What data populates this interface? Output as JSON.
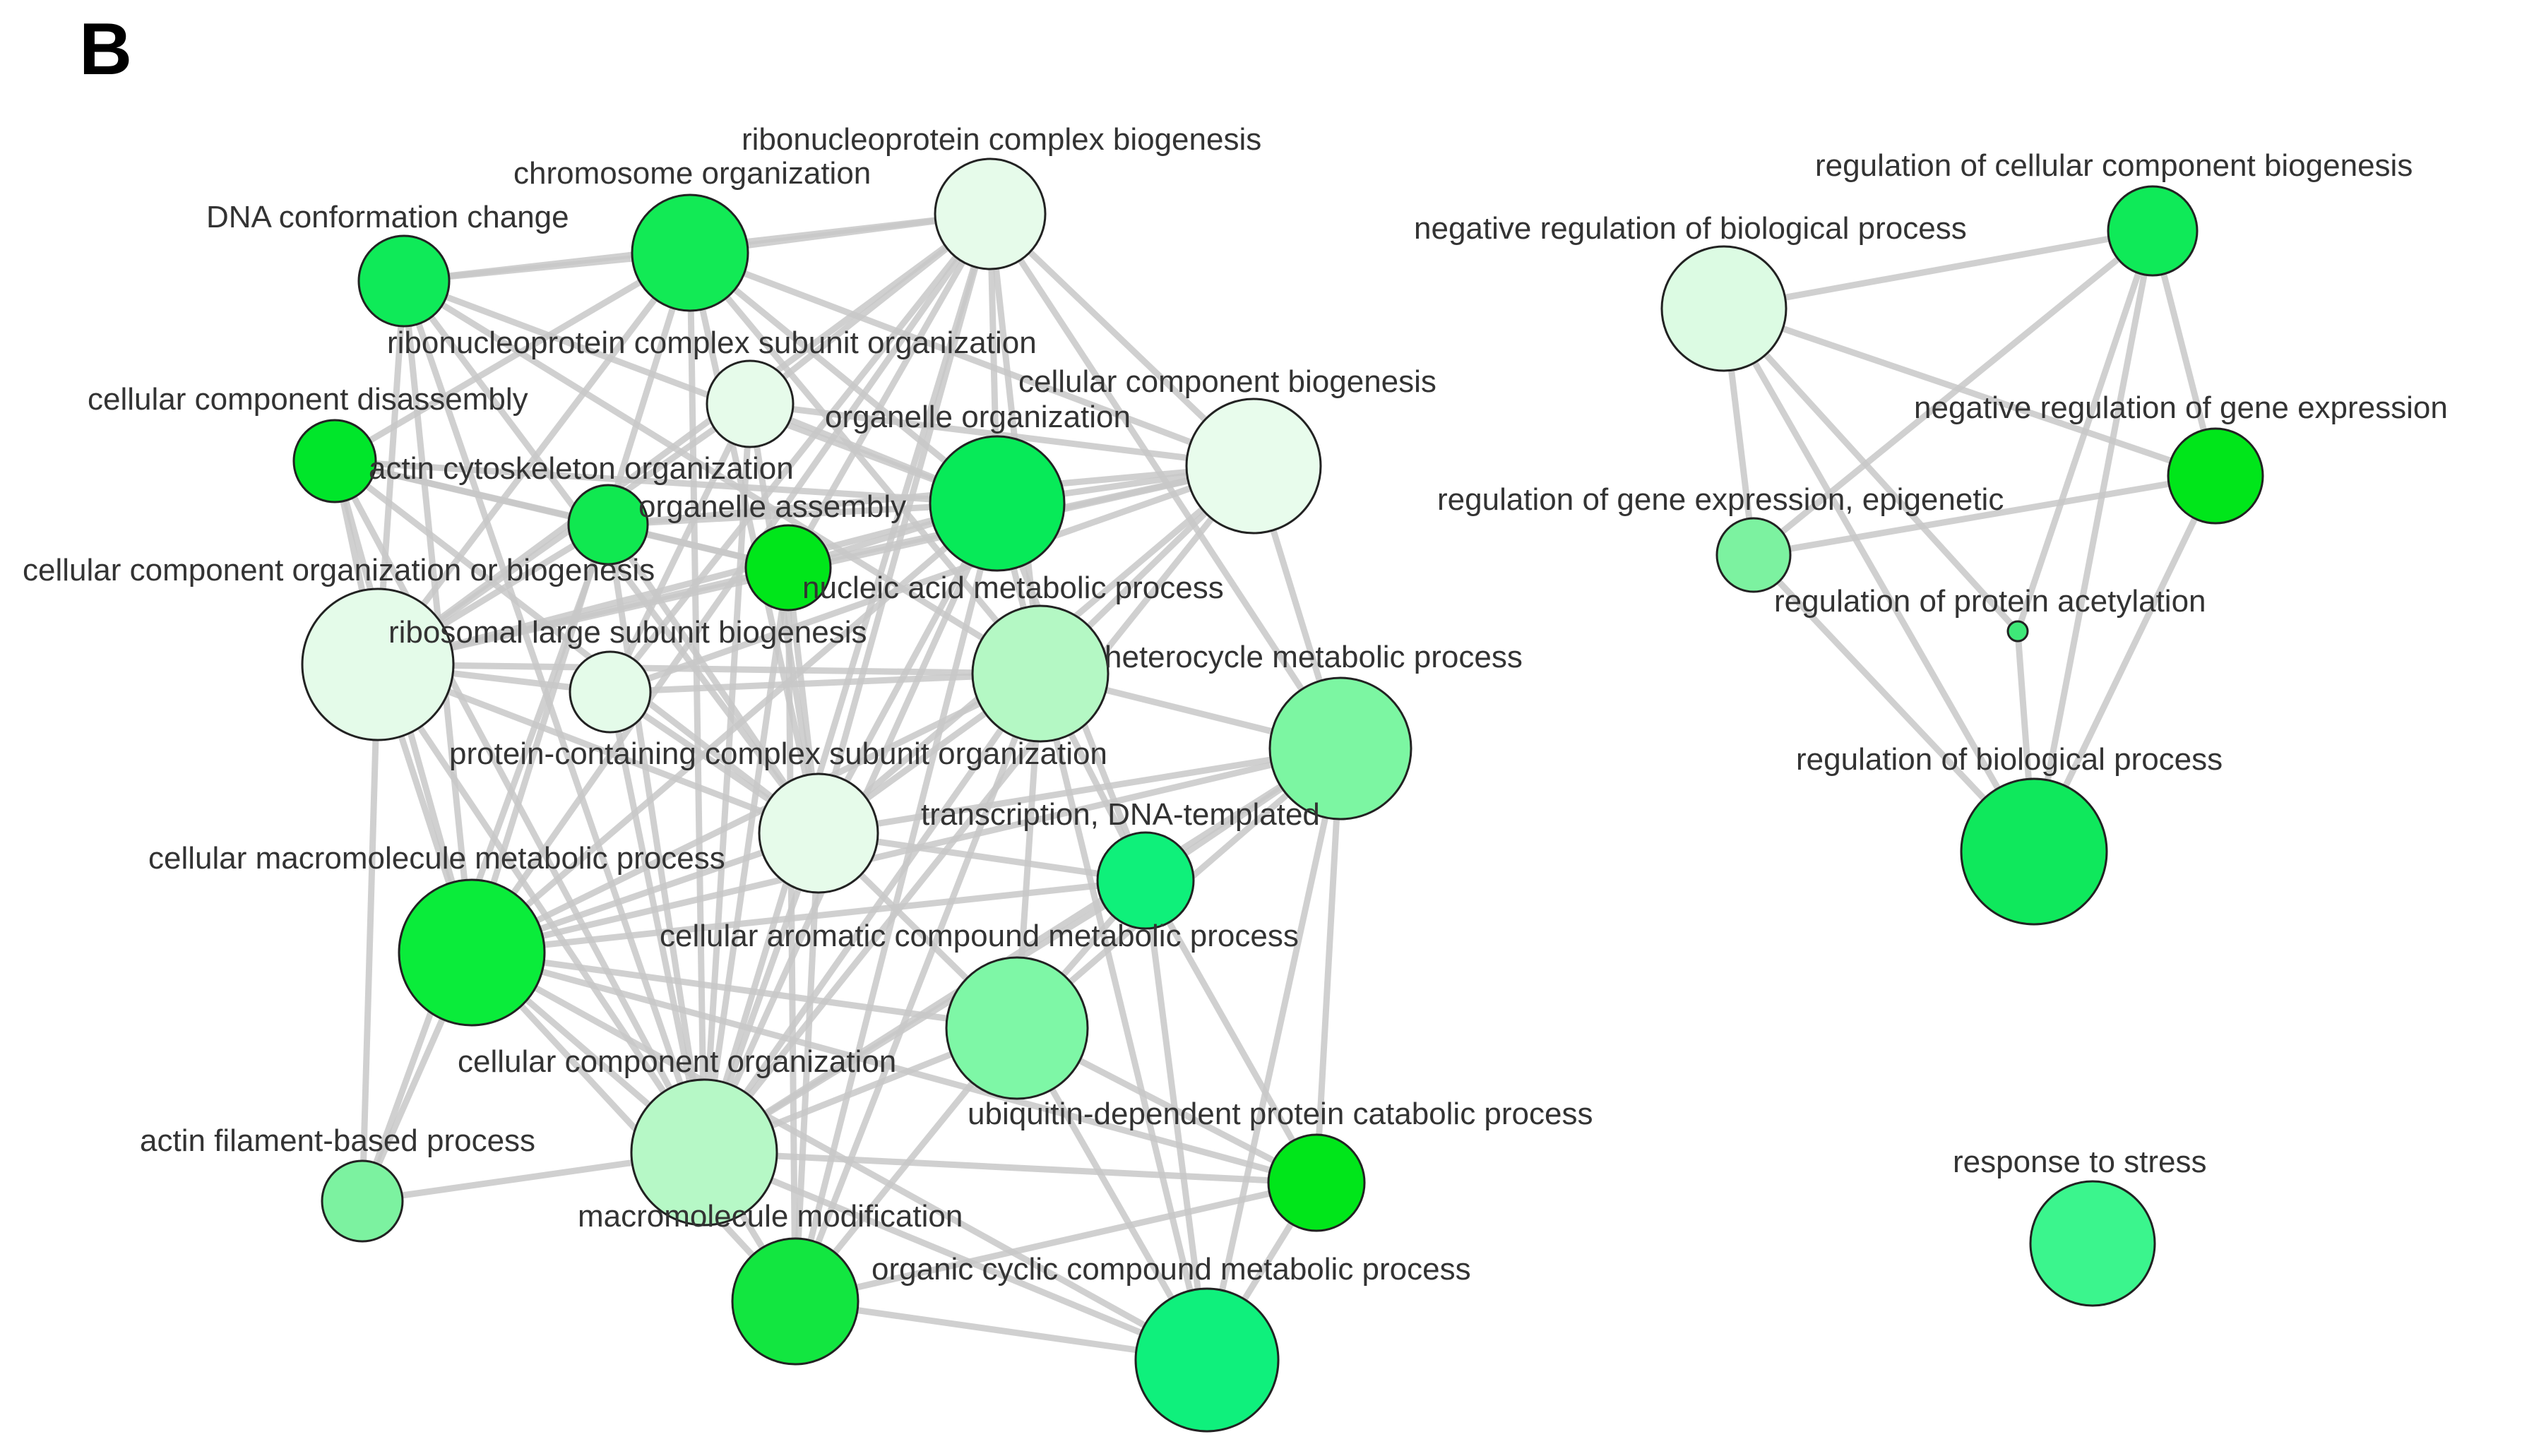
{
  "panel_label": "B",
  "colors": {
    "edge": "#c8c8c8",
    "node_stroke": "#222222",
    "label": "#333333"
  },
  "nodes": [
    {
      "id": "ribonucleoprotein-complex-biogenesis",
      "label": "ribonucleoprotein complex biogenesis",
      "color": "#e6fbea"
    },
    {
      "id": "chromosome-organization",
      "label": "chromosome organization",
      "color": "#12ea55"
    },
    {
      "id": "dna-conformation-change",
      "label": "DNA conformation change",
      "color": "#0fea58"
    },
    {
      "id": "ribonucleoprotein-complex-subunit-organization",
      "label": "ribonucleoprotein complex subunit organization",
      "color": "#e6fbea"
    },
    {
      "id": "cellular-component-disassembly",
      "label": "cellular component disassembly",
      "color": "#00e62a"
    },
    {
      "id": "cellular-component-biogenesis",
      "label": "cellular component biogenesis",
      "color": "#e8fcec"
    },
    {
      "id": "organelle-organization",
      "label": "organelle organization",
      "color": "#07ea58"
    },
    {
      "id": "actin-cytoskeleton-organization",
      "label": "actin cytoskeleton organization",
      "color": "#10e850"
    },
    {
      "id": "organelle-assembly",
      "label": "organelle assembly",
      "color": "#00e61a"
    },
    {
      "id": "cellular-component-organization-or-biogenesis",
      "label": "cellular component organization or biogenesis",
      "color": "#e4fbe9"
    },
    {
      "id": "nucleic-acid-metabolic-process",
      "label": "nucleic acid metabolic process",
      "color": "#b4f8c4"
    },
    {
      "id": "ribosomal-large-subunit-biogenesis",
      "label": "ribosomal large subunit biogenesis",
      "color": "#e4fbe9"
    },
    {
      "id": "heterocycle-metabolic-process",
      "label": "heterocycle metabolic process",
      "color": "#7cf6a2"
    },
    {
      "id": "protein-containing-complex-subunit-organization",
      "label": "protein-containing complex subunit organization",
      "color": "#e6fbea"
    },
    {
      "id": "transcription-dna-templated",
      "label": "transcription, DNA-templated",
      "color": "#0ff07a"
    },
    {
      "id": "cellular-macromolecule-metabolic-process",
      "label": "cellular macromolecule metabolic process",
      "color": "#0aec3a"
    },
    {
      "id": "cellular-aromatic-compound-metabolic-process",
      "label": "cellular aromatic compound metabolic process",
      "color": "#7ef7a6"
    },
    {
      "id": "cellular-component-organization",
      "label": "cellular component organization",
      "color": "#b6f8c6"
    },
    {
      "id": "ubiquitin-dependent-protein-catabolic-process",
      "label": "ubiquitin-dependent protein catabolic process",
      "color": "#00e61a"
    },
    {
      "id": "actin-filament-based-process",
      "label": "actin filament-based process",
      "color": "#7cf2a0"
    },
    {
      "id": "macromolecule-modification",
      "label": "macromolecule modification",
      "color": "#12e640"
    },
    {
      "id": "organic-cyclic-compound-metabolic-process",
      "label": "organic cyclic compound metabolic process",
      "color": "#0ff07c"
    },
    {
      "id": "regulation-of-cellular-component-biogenesis",
      "label": "regulation of cellular component biogenesis",
      "color": "#0fea58"
    },
    {
      "id": "negative-regulation-of-biological-process",
      "label": "negative regulation of biological process",
      "color": "#dcfbe3"
    },
    {
      "id": "negative-regulation-of-gene-expression",
      "label": "negative regulation of gene expression",
      "color": "#00e61a"
    },
    {
      "id": "regulation-of-gene-expression-epigenetic",
      "label": "regulation of gene expression, epigenetic",
      "color": "#7cf2a0"
    },
    {
      "id": "regulation-of-protein-acetylation",
      "label": "regulation of protein acetylation",
      "color": "#3ee878"
    },
    {
      "id": "regulation-of-biological-process",
      "label": "regulation of biological process",
      "color": "#0fe85c"
    },
    {
      "id": "response-to-stress",
      "label": "response to stress",
      "color": "#3bf58d"
    }
  ],
  "edges": [
    [
      "dna-conformation-change",
      "chromosome-organization"
    ],
    [
      "dna-conformation-change",
      "organelle-organization"
    ],
    [
      "dna-conformation-change",
      "cellular-component-organization-or-biogenesis"
    ],
    [
      "dna-conformation-change",
      "cellular-component-organization"
    ],
    [
      "dna-conformation-change",
      "nucleic-acid-metabolic-process"
    ],
    [
      "dna-conformation-change",
      "cellular-macromolecule-metabolic-process"
    ],
    [
      "dna-conformation-change",
      "ribonucleoprotein-complex-biogenesis"
    ],
    [
      "dna-conformation-change",
      "protein-containing-complex-subunit-organization"
    ],
    [
      "chromosome-organization",
      "organelle-organization"
    ],
    [
      "chromosome-organization",
      "ribonucleoprotein-complex-biogenesis"
    ],
    [
      "chromosome-organization",
      "cellular-component-organization-or-biogenesis"
    ],
    [
      "chromosome-organization",
      "cellular-component-organization"
    ],
    [
      "chromosome-organization",
      "cellular-component-biogenesis"
    ],
    [
      "chromosome-organization",
      "nucleic-acid-metabolic-process"
    ],
    [
      "chromosome-organization",
      "cellular-macromolecule-metabolic-process"
    ],
    [
      "chromosome-organization",
      "protein-containing-complex-subunit-organization"
    ],
    [
      "chromosome-organization",
      "cellular-component-disassembly"
    ],
    [
      "ribonucleoprotein-complex-biogenesis",
      "ribonucleoprotein-complex-subunit-organization"
    ],
    [
      "ribonucleoprotein-complex-biogenesis",
      "cellular-component-biogenesis"
    ],
    [
      "ribonucleoprotein-complex-biogenesis",
      "organelle-organization"
    ],
    [
      "ribonucleoprotein-complex-biogenesis",
      "ribosomal-large-subunit-biogenesis"
    ],
    [
      "ribonucleoprotein-complex-biogenesis",
      "cellular-component-organization-or-biogenesis"
    ],
    [
      "ribonucleoprotein-complex-biogenesis",
      "cellular-component-organization"
    ],
    [
      "ribonucleoprotein-complex-biogenesis",
      "nucleic-acid-metabolic-process"
    ],
    [
      "ribonucleoprotein-complex-biogenesis",
      "cellular-macromolecule-metabolic-process"
    ],
    [
      "ribonucleoprotein-complex-biogenesis",
      "protein-containing-complex-subunit-organization"
    ],
    [
      "ribonucleoprotein-complex-biogenesis",
      "heterocycle-metabolic-process"
    ],
    [
      "ribonucleoprotein-complex-biogenesis",
      "organelle-assembly"
    ],
    [
      "ribonucleoprotein-complex-subunit-organization",
      "cellular-component-organization-or-biogenesis"
    ],
    [
      "ribonucleoprotein-complex-subunit-organization",
      "cellular-component-organization"
    ],
    [
      "ribonucleoprotein-complex-subunit-organization",
      "protein-containing-complex-subunit-organization"
    ],
    [
      "ribonucleoprotein-complex-subunit-organization",
      "organelle-organization"
    ],
    [
      "ribonucleoprotein-complex-subunit-organization",
      "cellular-component-biogenesis"
    ],
    [
      "ribonucleoprotein-complex-subunit-organization",
      "ribosomal-large-subunit-biogenesis"
    ],
    [
      "cellular-component-disassembly",
      "cellular-component-organization-or-biogenesis"
    ],
    [
      "cellular-component-disassembly",
      "cellular-component-organization"
    ],
    [
      "cellular-component-disassembly",
      "organelle-organization"
    ],
    [
      "cellular-component-disassembly",
      "actin-cytoskeleton-organization"
    ],
    [
      "cellular-component-disassembly",
      "protein-containing-complex-subunit-organization"
    ],
    [
      "cellular-component-disassembly",
      "cellular-macromolecule-metabolic-process"
    ],
    [
      "cellular-component-disassembly",
      "organelle-assembly"
    ],
    [
      "cellular-component-biogenesis",
      "organelle-organization"
    ],
    [
      "cellular-component-biogenesis",
      "cellular-component-organization-or-biogenesis"
    ],
    [
      "cellular-component-biogenesis",
      "cellular-component-organization"
    ],
    [
      "cellular-component-biogenesis",
      "organelle-assembly"
    ],
    [
      "cellular-component-biogenesis",
      "ribosomal-large-subunit-biogenesis"
    ],
    [
      "cellular-component-biogenesis",
      "protein-containing-complex-subunit-organization"
    ],
    [
      "cellular-component-biogenesis",
      "actin-cytoskeleton-organization"
    ],
    [
      "cellular-component-biogenesis",
      "heterocycle-metabolic-process"
    ],
    [
      "cellular-component-biogenesis",
      "nucleic-acid-metabolic-process"
    ],
    [
      "organelle-organization",
      "cellular-component-organization-or-biogenesis"
    ],
    [
      "organelle-organization",
      "cellular-component-organization"
    ],
    [
      "organelle-organization",
      "organelle-assembly"
    ],
    [
      "organelle-organization",
      "actin-cytoskeleton-organization"
    ],
    [
      "organelle-organization",
      "nucleic-acid-metabolic-process"
    ],
    [
      "organelle-organization",
      "cellular-macromolecule-metabolic-process"
    ],
    [
      "organelle-organization",
      "protein-containing-complex-subunit-organization"
    ],
    [
      "organelle-organization",
      "macromolecule-modification"
    ],
    [
      "organelle-organization",
      "transcription-dna-templated"
    ],
    [
      "actin-cytoskeleton-organization",
      "cellular-component-organization-or-biogenesis"
    ],
    [
      "actin-cytoskeleton-organization",
      "cellular-component-organization"
    ],
    [
      "actin-cytoskeleton-organization",
      "actin-filament-based-process"
    ],
    [
      "actin-cytoskeleton-organization",
      "organelle-assembly"
    ],
    [
      "actin-cytoskeleton-organization",
      "protein-containing-complex-subunit-organization"
    ],
    [
      "organelle-assembly",
      "cellular-component-organization-or-biogenesis"
    ],
    [
      "organelle-assembly",
      "cellular-component-organization"
    ],
    [
      "organelle-assembly",
      "protein-containing-complex-subunit-organization"
    ],
    [
      "organelle-assembly",
      "macromolecule-modification"
    ],
    [
      "cellular-component-organization-or-biogenesis",
      "cellular-component-organization"
    ],
    [
      "cellular-component-organization-or-biogenesis",
      "ribosomal-large-subunit-biogenesis"
    ],
    [
      "cellular-component-organization-or-biogenesis",
      "protein-containing-complex-subunit-organization"
    ],
    [
      "cellular-component-organization-or-biogenesis",
      "cellular-macromolecule-metabolic-process"
    ],
    [
      "cellular-component-organization-or-biogenesis",
      "actin-filament-based-process"
    ],
    [
      "cellular-component-organization-or-biogenesis",
      "nucleic-acid-metabolic-process"
    ],
    [
      "nucleic-acid-metabolic-process",
      "heterocycle-metabolic-process"
    ],
    [
      "nucleic-acid-metabolic-process",
      "cellular-aromatic-compound-metabolic-process"
    ],
    [
      "nucleic-acid-metabolic-process",
      "organic-cyclic-compound-metabolic-process"
    ],
    [
      "nucleic-acid-metabolic-process",
      "cellular-macromolecule-metabolic-process"
    ],
    [
      "nucleic-acid-metabolic-process",
      "transcription-dna-templated"
    ],
    [
      "nucleic-acid-metabolic-process",
      "macromolecule-modification"
    ],
    [
      "nucleic-acid-metabolic-process",
      "cellular-component-organization"
    ],
    [
      "nucleic-acid-metabolic-process",
      "protein-containing-complex-subunit-organization"
    ],
    [
      "ribosomal-large-subunit-biogenesis",
      "cellular-component-organization"
    ],
    [
      "ribosomal-large-subunit-biogenesis",
      "protein-containing-complex-subunit-organization"
    ],
    [
      "ribosomal-large-subunit-biogenesis",
      "nucleic-acid-metabolic-process"
    ],
    [
      "heterocycle-metabolic-process",
      "cellular-aromatic-compound-metabolic-process"
    ],
    [
      "heterocycle-metabolic-process",
      "organic-cyclic-compound-metabolic-process"
    ],
    [
      "heterocycle-metabolic-process",
      "transcription-dna-templated"
    ],
    [
      "heterocycle-metabolic-process",
      "cellular-macromolecule-metabolic-process"
    ],
    [
      "heterocycle-metabolic-process",
      "protein-containing-complex-subunit-organization"
    ],
    [
      "heterocycle-metabolic-process",
      "cellular-component-organization"
    ],
    [
      "heterocycle-metabolic-process",
      "ubiquitin-dependent-protein-catabolic-process"
    ],
    [
      "protein-containing-complex-subunit-organization",
      "cellular-component-organization"
    ],
    [
      "protein-containing-complex-subunit-organization",
      "cellular-macromolecule-metabolic-process"
    ],
    [
      "protein-containing-complex-subunit-organization",
      "transcription-dna-templated"
    ],
    [
      "protein-containing-complex-subunit-organization",
      "macromolecule-modification"
    ],
    [
      "protein-containing-complex-subunit-organization",
      "cellular-aromatic-compound-metabolic-process"
    ],
    [
      "transcription-dna-templated",
      "cellular-aromatic-compound-metabolic-process"
    ],
    [
      "transcription-dna-templated",
      "organic-cyclic-compound-metabolic-process"
    ],
    [
      "transcription-dna-templated",
      "cellular-macromolecule-metabolic-process"
    ],
    [
      "transcription-dna-templated",
      "cellular-component-organization"
    ],
    [
      "transcription-dna-templated",
      "ubiquitin-dependent-protein-catabolic-process"
    ],
    [
      "cellular-macromolecule-metabolic-process",
      "cellular-component-organization"
    ],
    [
      "cellular-macromolecule-metabolic-process",
      "cellular-aromatic-compound-metabolic-process"
    ],
    [
      "cellular-macromolecule-metabolic-process",
      "macromolecule-modification"
    ],
    [
      "cellular-macromolecule-metabolic-process",
      "organic-cyclic-compound-metabolic-process"
    ],
    [
      "cellular-macromolecule-metabolic-process",
      "actin-filament-based-process"
    ],
    [
      "cellular-macromolecule-metabolic-process",
      "ubiquitin-dependent-protein-catabolic-process"
    ],
    [
      "cellular-aromatic-compound-metabolic-process",
      "organic-cyclic-compound-metabolic-process"
    ],
    [
      "cellular-aromatic-compound-metabolic-process",
      "cellular-component-organization"
    ],
    [
      "cellular-aromatic-compound-metabolic-process",
      "macromolecule-modification"
    ],
    [
      "cellular-aromatic-compound-metabolic-process",
      "ubiquitin-dependent-protein-catabolic-process"
    ],
    [
      "cellular-component-organization",
      "actin-filament-based-process"
    ],
    [
      "cellular-component-organization",
      "macromolecule-modification"
    ],
    [
      "cellular-component-organization",
      "organic-cyclic-compound-metabolic-process"
    ],
    [
      "cellular-component-organization",
      "ubiquitin-dependent-protein-catabolic-process"
    ],
    [
      "ubiquitin-dependent-protein-catabolic-process",
      "macromolecule-modification"
    ],
    [
      "ubiquitin-dependent-protein-catabolic-process",
      "organic-cyclic-compound-metabolic-process"
    ],
    [
      "macromolecule-modification",
      "organic-cyclic-compound-metabolic-process"
    ],
    [
      "regulation-of-cellular-component-biogenesis",
      "negative-regulation-of-biological-process"
    ],
    [
      "regulation-of-cellular-component-biogenesis",
      "negative-regulation-of-gene-expression"
    ],
    [
      "regulation-of-cellular-component-biogenesis",
      "regulation-of-gene-expression-epigenetic"
    ],
    [
      "regulation-of-cellular-component-biogenesis",
      "regulation-of-protein-acetylation"
    ],
    [
      "regulation-of-cellular-component-biogenesis",
      "regulation-of-biological-process"
    ],
    [
      "negative-regulation-of-biological-process",
      "negative-regulation-of-gene-expression"
    ],
    [
      "negative-regulation-of-biological-process",
      "regulation-of-gene-expression-epigenetic"
    ],
    [
      "negative-regulation-of-biological-process",
      "regulation-of-protein-acetylation"
    ],
    [
      "negative-regulation-of-biological-process",
      "regulation-of-biological-process"
    ],
    [
      "negative-regulation-of-gene-expression",
      "regulation-of-gene-expression-epigenetic"
    ],
    [
      "negative-regulation-of-gene-expression",
      "regulation-of-biological-process"
    ],
    [
      "regulation-of-gene-expression-epigenetic",
      "regulation-of-biological-process"
    ],
    [
      "regulation-of-protein-acetylation",
      "regulation-of-biological-process"
    ]
  ]
}
